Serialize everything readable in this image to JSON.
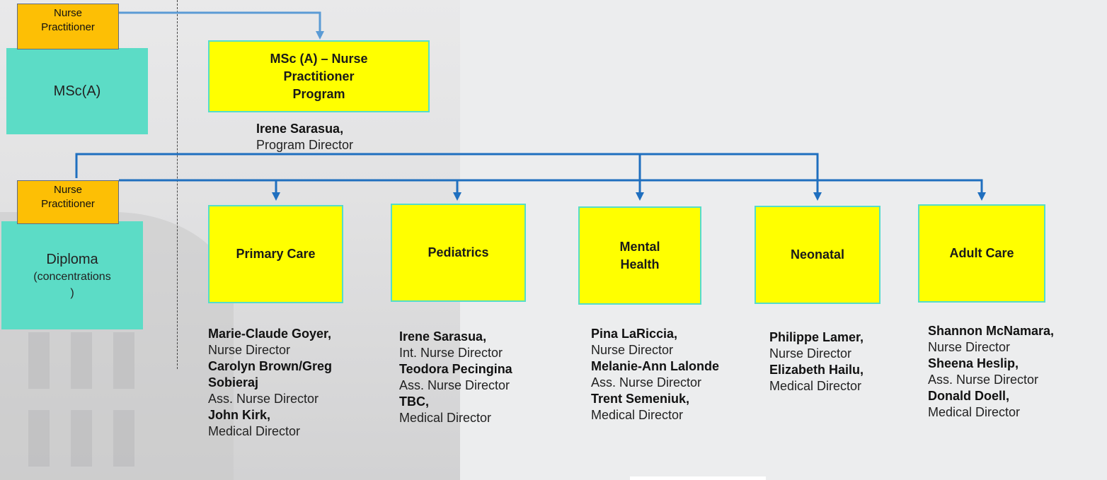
{
  "left_column": {
    "msca": {
      "tag": [
        "Nurse",
        "Practitioner"
      ],
      "label": "MSc(A)"
    },
    "diploma": {
      "tag": [
        "Nurse",
        "Practitioner"
      ],
      "label": "Diploma",
      "sub": [
        "(concentrations",
        ")"
      ]
    }
  },
  "program": {
    "title": [
      "MSc (A) – Nurse",
      "Practitioner",
      "Program"
    ],
    "director_name": "Irene Sarasua,",
    "director_role": "Program Director"
  },
  "concentrations": [
    {
      "title": [
        "Primary Care"
      ],
      "staff": [
        {
          "text": "Marie-Claude Goyer,",
          "bold": true
        },
        {
          "text": "Nurse Director",
          "bold": false
        },
        {
          "text": "Carolyn Brown/Greg",
          "bold": true
        },
        {
          "text": "Sobieraj",
          "bold": true
        },
        {
          "text": "Ass. Nurse Director",
          "bold": false
        },
        {
          "text": "John Kirk,",
          "bold": true
        },
        {
          "text": "Medical Director",
          "bold": false
        }
      ]
    },
    {
      "title": [
        "Pediatrics"
      ],
      "staff": [
        {
          "text": "Irene Sarasua,",
          "bold": true
        },
        {
          "text": "Int. Nurse Director",
          "bold": false
        },
        {
          "text": "Teodora Pecingina",
          "bold": true
        },
        {
          "text": "Ass. Nurse Director",
          "bold": false
        },
        {
          "text": "TBC,",
          "bold": true
        },
        {
          "text": "Medical Director",
          "bold": false
        }
      ]
    },
    {
      "title": [
        "Mental",
        "Health"
      ],
      "staff": [
        {
          "text": "Pina LaRiccia,",
          "bold": true
        },
        {
          "text": "Nurse Director",
          "bold": false
        },
        {
          "text": "Melanie-Ann Lalonde",
          "bold": true
        },
        {
          "text": "Ass. Nurse Director",
          "bold": false
        },
        {
          "text": "Trent Semeniuk,",
          "bold": true
        },
        {
          "text": "Medical Director",
          "bold": false
        }
      ]
    },
    {
      "title": [
        "Neonatal"
      ],
      "staff": [
        {
          "text": "Philippe Lamer,",
          "bold": true
        },
        {
          "text": "Nurse Director",
          "bold": false
        },
        {
          "text": "Elizabeth Hailu,",
          "bold": true
        },
        {
          "text": "Medical Director",
          "bold": false
        }
      ]
    },
    {
      "title": [
        "Adult Care"
      ],
      "staff": [
        {
          "text": "Shannon McNamara,",
          "bold": true
        },
        {
          "text": "Nurse Director",
          "bold": false
        },
        {
          "text": "Sheena Heslip,",
          "bold": true
        },
        {
          "text": "Ass. Nurse Director",
          "bold": false
        },
        {
          "text": "Donald Doell,",
          "bold": true
        },
        {
          "text": "Medical Director",
          "bold": false
        }
      ]
    }
  ],
  "colors": {
    "concentration_box": "#ffff00",
    "box_border": "#55ddc9",
    "degree_box": "#5cdcc6",
    "tag": "#fdbf05",
    "connector_dark": "#1f6fbf",
    "connector_light": "#5b9bd5"
  }
}
